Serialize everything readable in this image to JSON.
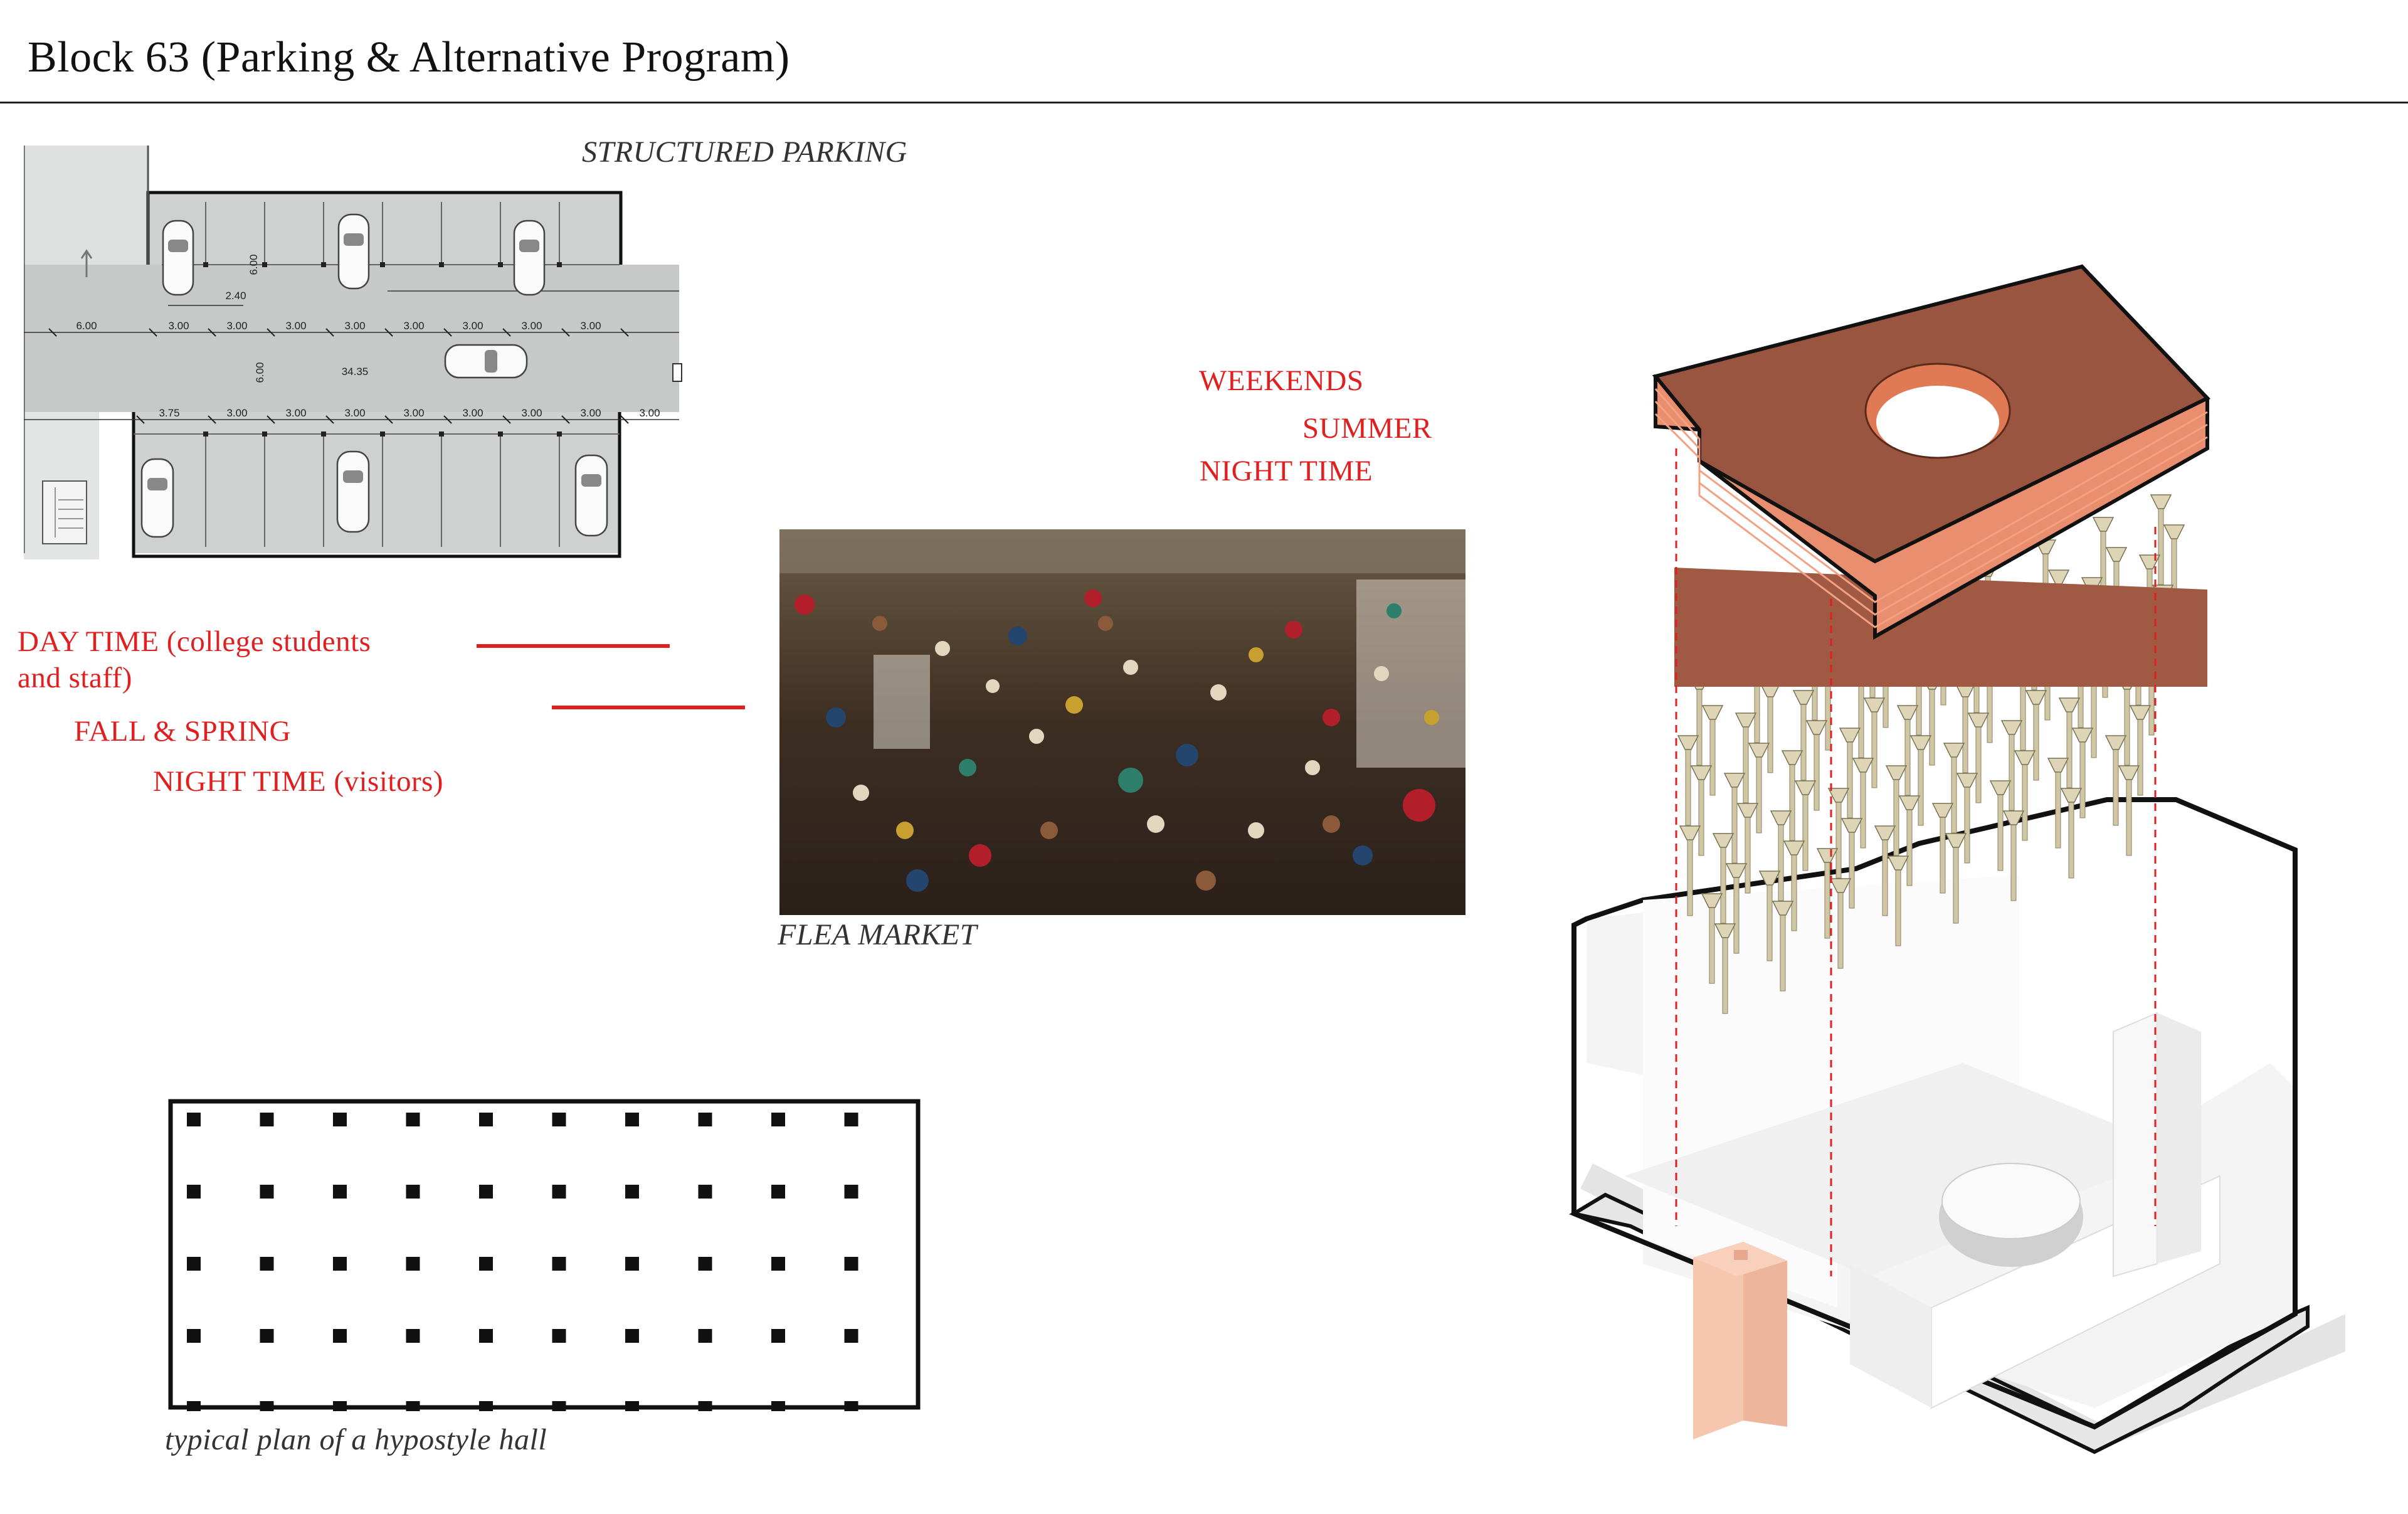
{
  "page": {
    "title": "Block 63 (Parking & Alternative Program)"
  },
  "parking": {
    "caption": "STRUCTURED PARKING",
    "dims": {
      "upper": [
        "6.00",
        "3.00",
        "3.00",
        "3.00",
        "3.00",
        "3.00",
        "3.00",
        "3.00",
        "3.00"
      ],
      "lower": [
        "3.75",
        "3.00",
        "3.00",
        "3.00",
        "3.00",
        "3.00",
        "3.00",
        "3.00",
        "3.00"
      ],
      "width": "2.40",
      "depth": "6.00",
      "aisle": "6.00",
      "length": "34.35"
    }
  },
  "schedule": {
    "summer": [
      "WEEKENDS",
      "SUMMER",
      "NIGHT TIME"
    ],
    "fall_spring": [
      "DAY TIME (college students",
      "and staff)",
      "FALL & SPRING",
      "NIGHT TIME (visitors)"
    ]
  },
  "photo": {
    "caption": "FLEA MARKET"
  },
  "hypostyle": {
    "caption": "typical plan of a hypostyle hall",
    "rows": 5,
    "cols": 10
  },
  "colors": {
    "accent_red": "#e02020",
    "roof_terracotta": "#9a5540",
    "roof_edge": "#e07a55",
    "building_pink": "#f2b8a0",
    "column_cream": "#d8d0b0"
  }
}
